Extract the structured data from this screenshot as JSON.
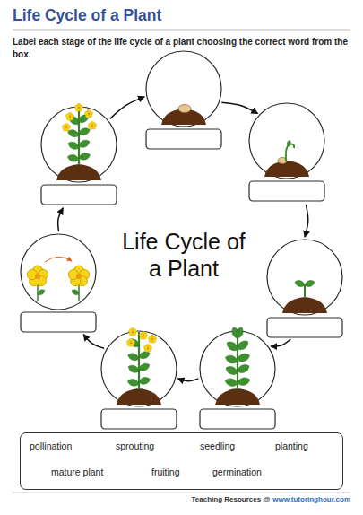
{
  "diagram": {
    "title": "Life Cycle of a Plant",
    "nodes": [
      {
        "text": []
      },
      {
        "text": []
      },
      {
        "text": []
      },
      {
        "text": []
      },
      {
        "text": []
      },
      {
        "text": []
      },
      {
        "text": []
      },
      {
        "text": [
          "pollination",
          "sprouting",
          "seedling",
          "planting",
          "mature plant",
          "fruiting",
          "germination"
        ]
      }
    ],
    "edges": [
      {
        "from": 0,
        "to": 1,
        "arrow": "to"
      },
      {
        "from": 1,
        "to": 2,
        "arrow": "to"
      },
      {
        "from": 2,
        "to": 3,
        "arrow": "to"
      },
      {
        "from": 3,
        "to": 4,
        "arrow": "to"
      },
      {
        "from": 4,
        "to": 5,
        "arrow": "to"
      },
      {
        "from": 5,
        "to": 6,
        "arrow": "to"
      },
      {
        "from": 6,
        "to": 0,
        "arrow": "to"
      }
    ],
    "labels": [
      "Label each stage of the life cycle of a plant choosing the correct word from the box.",
      "Life Cycle of a Plant",
      "Teaching Resources @",
      "www.tutoringhour.com"
    ]
  }
}
